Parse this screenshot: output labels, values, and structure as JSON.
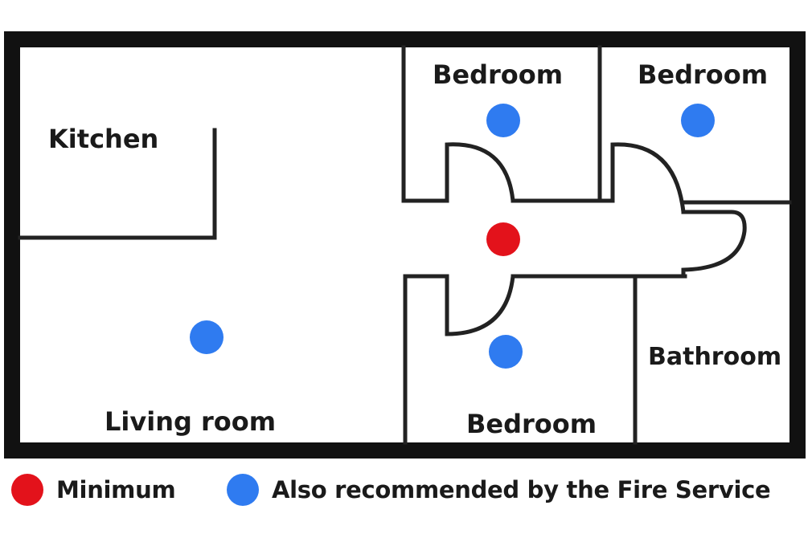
{
  "rooms": {
    "kitchen": "Kitchen",
    "bedroom_top_left": "Bedroom",
    "bedroom_top_right": "Bedroom",
    "bedroom_bottom": "Bedroom",
    "bathroom": "Bathroom",
    "living_room": "Living room"
  },
  "legend": {
    "minimum": {
      "label": "Minimum",
      "color": "#e3121b"
    },
    "recommended": {
      "label": "Also recommended by the Fire Service",
      "color": "#2f7bf0"
    }
  },
  "detectors": [
    {
      "room": "Bedroom (top left)",
      "type": "recommended"
    },
    {
      "room": "Bedroom (top right)",
      "type": "recommended"
    },
    {
      "room": "Hallway",
      "type": "minimum"
    },
    {
      "room": "Living room",
      "type": "recommended"
    },
    {
      "room": "Bedroom (bottom)",
      "type": "recommended"
    }
  ]
}
